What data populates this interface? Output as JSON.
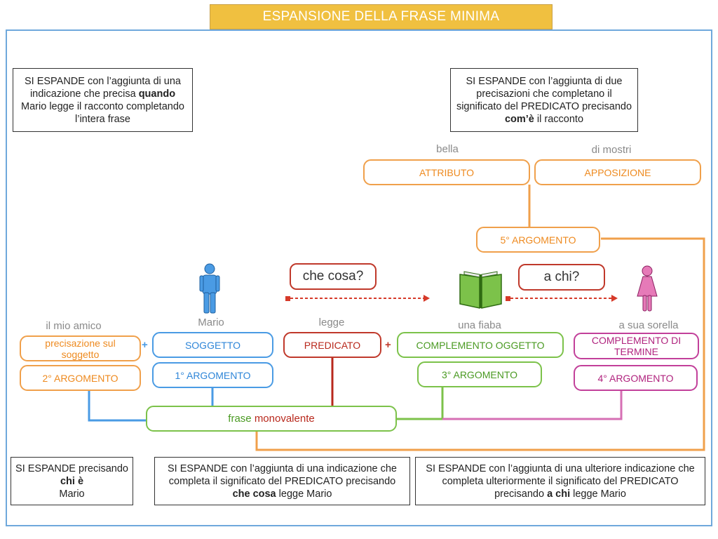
{
  "title": "ESPANSIONE DELLA FRASE MINIMA",
  "notes": {
    "top_left": {
      "pre": "SI ESPANDE con l’aggiunta di una indicazione che precisa ",
      "bold": "quando",
      "post": " Mario legge il racconto completando l’intera frase"
    },
    "top_right": {
      "pre": "SI ESPANDE con l’aggiunta di due precisazioni che completano il significato del PREDICATO precisando ",
      "bold": "com’è",
      "post": " il racconto"
    },
    "bottom_1": {
      "pre": "SI ESPANDE precisando ",
      "bold": "chi è",
      "post": " Mario"
    },
    "bottom_2": {
      "pre": "SI ESPANDE con l’aggiunta di una indicazione che completa il significato del PREDICATO precisando ",
      "bold": "che cosa",
      "post": " legge Mario"
    },
    "bottom_3": {
      "pre": "SI ESPANDE con l’aggiunta di una ulteriore indicazione che completa ulteriormente il significato del PREDICATO  precisando ",
      "bold": "a chi",
      "post": " legge Mario"
    }
  },
  "labels": {
    "bella": "bella",
    "di_mostri": "di mostri",
    "il_mio_amico": "il mio amico",
    "mario": "Mario",
    "legge": "legge",
    "una_fiaba": "una fiaba",
    "a_sua_sorella": "a sua sorella"
  },
  "boxes": {
    "attributo": "ATTRIBUTO",
    "apposizione": "APPOSIZIONE",
    "arg5": "5° ARGOMENTO",
    "precisazione": "precisazione sul soggetto",
    "soggetto": "SOGGETTO",
    "predicato": "PREDICATO",
    "compl_oggetto": "COMPLEMENTO OGGETTO",
    "compl_termine": "COMPLEMENTO DI TERMINE",
    "arg2": "2° ARGOMENTO",
    "arg1": "1° ARGOMENTO",
    "arg3": "3° ARGOMENTO",
    "arg4": "4° ARGOMENTO",
    "frase_a": "frase",
    "frase_b": "monovalente"
  },
  "questions": {
    "che_cosa": "che cosa?",
    "a_chi": "a chi?"
  },
  "plus": "+",
  "icons": [
    "man-icon",
    "book-icon",
    "woman-icon"
  ],
  "colors": {
    "orange": "#f0a04b",
    "blue": "#4a9be4",
    "red": "#c0392b",
    "green": "#7cc24a",
    "pink": "#c2409a",
    "title_bg": "#f0c040"
  }
}
